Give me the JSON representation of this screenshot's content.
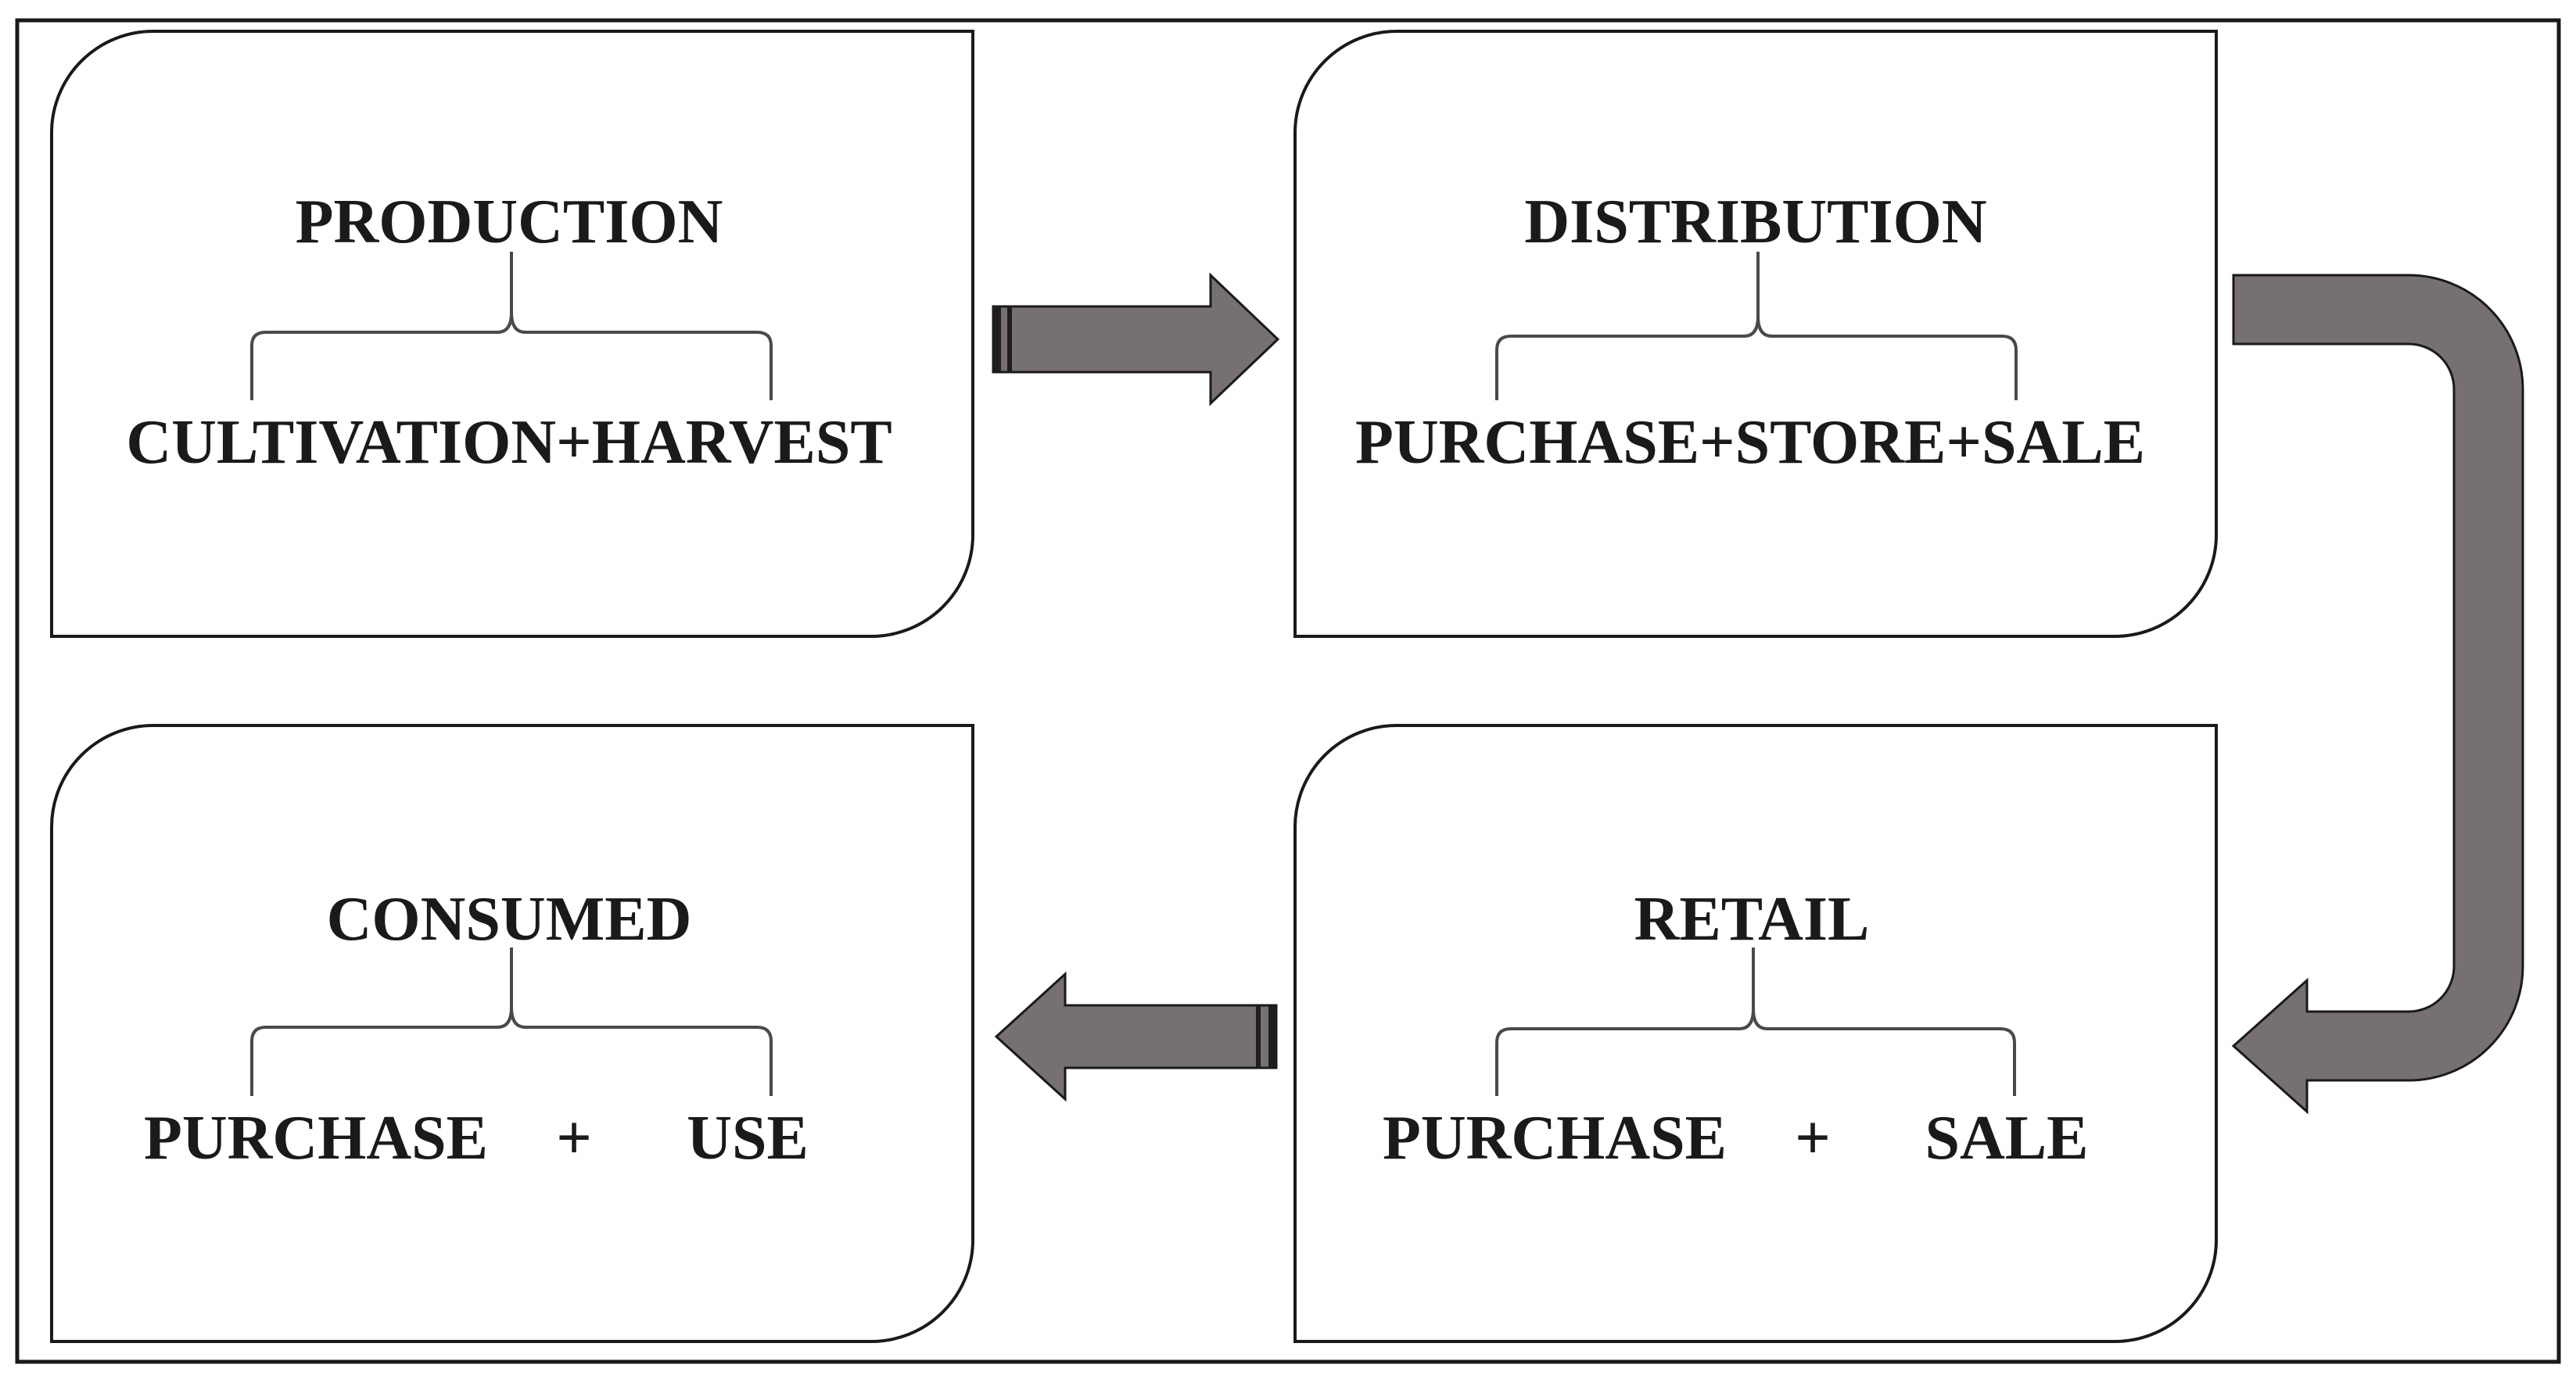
{
  "diagram": {
    "type": "process-cycle",
    "colors": {
      "arrow_fill": "#767070",
      "outline": "#1a1a1a",
      "brace": "#4a4a4a",
      "background": "#ffffff"
    },
    "boxes": {
      "production": {
        "title": "PRODUCTION",
        "detail": "CULTIVATION+HARVEST"
      },
      "distribution": {
        "title": "DISTRIBUTION",
        "detail": "PURCHASE+STORE+SALE"
      },
      "retail": {
        "title": "RETAIL",
        "part_a": "PURCHASE",
        "plus": "+",
        "part_b": "SALE"
      },
      "consumed": {
        "title": "CONSUMED",
        "part_a": "PURCHASE",
        "plus": "+",
        "part_b": "USE"
      }
    },
    "flow": [
      "production",
      "distribution",
      "retail",
      "consumed"
    ]
  }
}
